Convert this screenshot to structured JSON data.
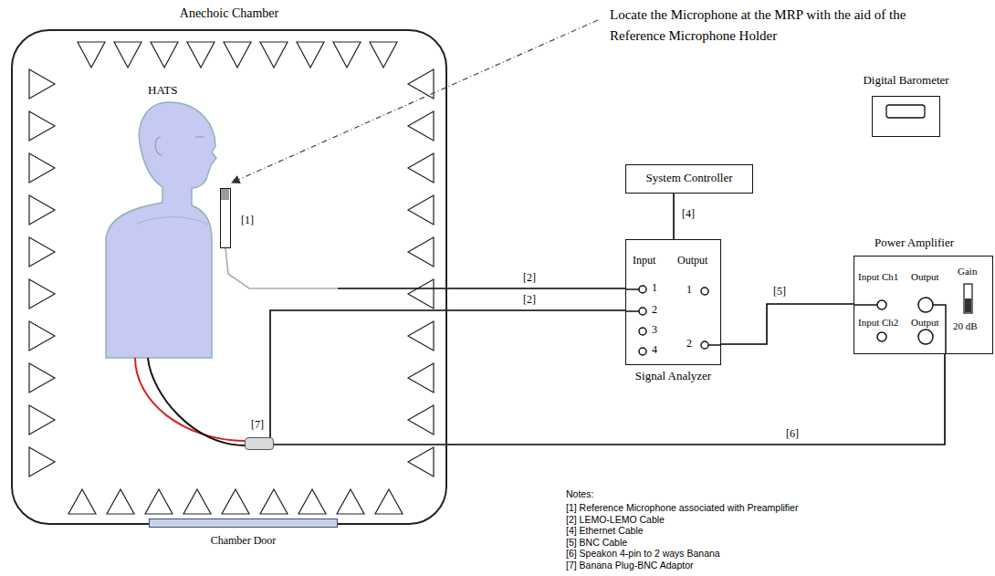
{
  "diagram": {
    "nodes": [
      {
        "text": [
          "Anechoic Chamber"
        ]
      },
      {
        "text": [
          "[1]"
        ],
        "in": 0
      },
      {
        "text": [
          "[7]"
        ],
        "in": 0
      },
      {
        "text": [
          "Chamber Door"
        ]
      },
      {
        "text": [
          "System Controller"
        ]
      },
      {
        "text": [
          "Signal Analyzer",
          "Input",
          "Output",
          "1",
          "2",
          "3",
          "4",
          "1",
          "2"
        ]
      },
      {
        "text": [
          "Power Amplifier",
          "Input Ch1",
          "Input Ch2",
          "Output",
          "Output",
          "Gain",
          "20 dB"
        ]
      },
      {
        "text": [
          "Digital Barometer"
        ]
      }
    ],
    "edges": [
      {
        "from": 1,
        "to": 5,
        "label": "[2]",
        "arrow": "none"
      },
      {
        "from": 2,
        "to": 5,
        "label": "[2]",
        "arrow": "none"
      },
      {
        "from": 4,
        "to": 5,
        "label": "[4]",
        "arrow": "none"
      },
      {
        "from": 5,
        "to": 6,
        "label": "[5]",
        "arrow": "none"
      },
      {
        "from": 6,
        "to": 2,
        "label": "[6]",
        "arrow": "none"
      }
    ],
    "labels": [
      "HATS",
      "Locate the Microphone at the MRP with the aid of the Reference Microphone Holder",
      "Notes:",
      "[1] Reference Microphone associated with Preamplifier",
      "[2] LEMO-LEMO Cable",
      "[4] Ethernet Cable",
      "[5] BNC Cable",
      "[6] Speakon 4-pin to 2 ways Banana",
      "[7] Banana Plug-BNC Adaptor"
    ]
  }
}
